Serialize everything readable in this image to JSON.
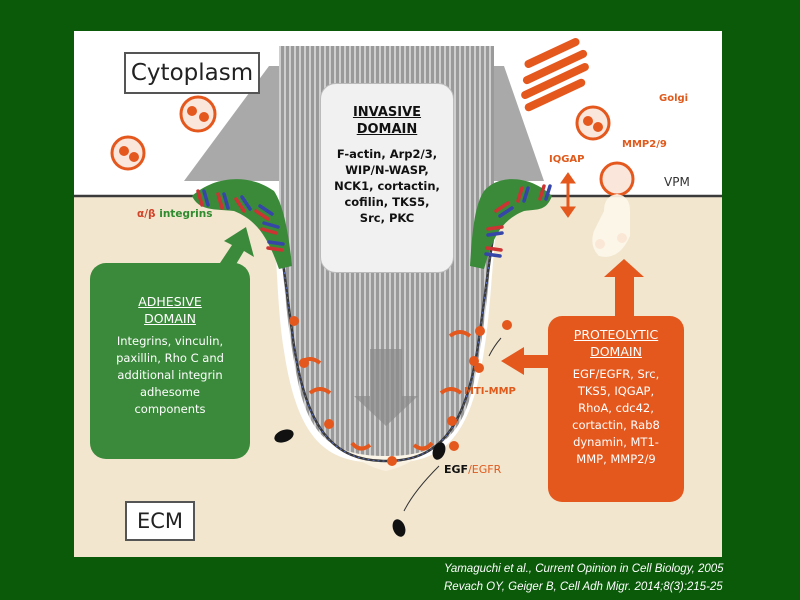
{
  "figure": {
    "cytoplasm_label": "Cytoplasm",
    "ecm_label": "ECM",
    "golgi_label": "Golgi",
    "mmp_label": "MMP2/9",
    "iqgap_label": "IQGAP",
    "vpm_label": "VPM",
    "mti_mmp_label": "MTI-MMP",
    "integrins_alpha_beta": "α/β",
    "integrins_word": " integrins",
    "egf_label": "EGF",
    "egfr_label": "/EGFR",
    "invasive": {
      "title": "INVASIVE\nDOMAIN",
      "text": "F-actin, Arp2/3,\nWIP/N-WASP,\nNCK1, cortactin,\ncofilin, TKS5,\nSrc, PKC"
    },
    "adhesive": {
      "title": "ADHESIVE\nDOMAIN",
      "text": "Integrins, vinculin,\npaxillin, Rho C and\nadditional integrin\nadhesome\ncomponents"
    },
    "proteolytic": {
      "title": "PROTEOLYTIC\nDOMAIN",
      "text": "EGF/EGFR, Src,\nTKS5, IQGAP,\nRhoA, cdc42,\ncortactin, Rab8\ndynamin, MT1-\nMMP, MMP2/9"
    },
    "colors": {
      "background": "#0a5a0a",
      "adhesive": "#3b8a3b",
      "proteolytic": "#e4581e",
      "ecm": "#f2e6cf"
    }
  },
  "citation": {
    "line1": "Yamaguchi et al., Current Opinion in Cell Biology, 2005",
    "line2": "Revach OY, Geiger B, Cell Adh Migr. 2014;8(3):215-25"
  }
}
